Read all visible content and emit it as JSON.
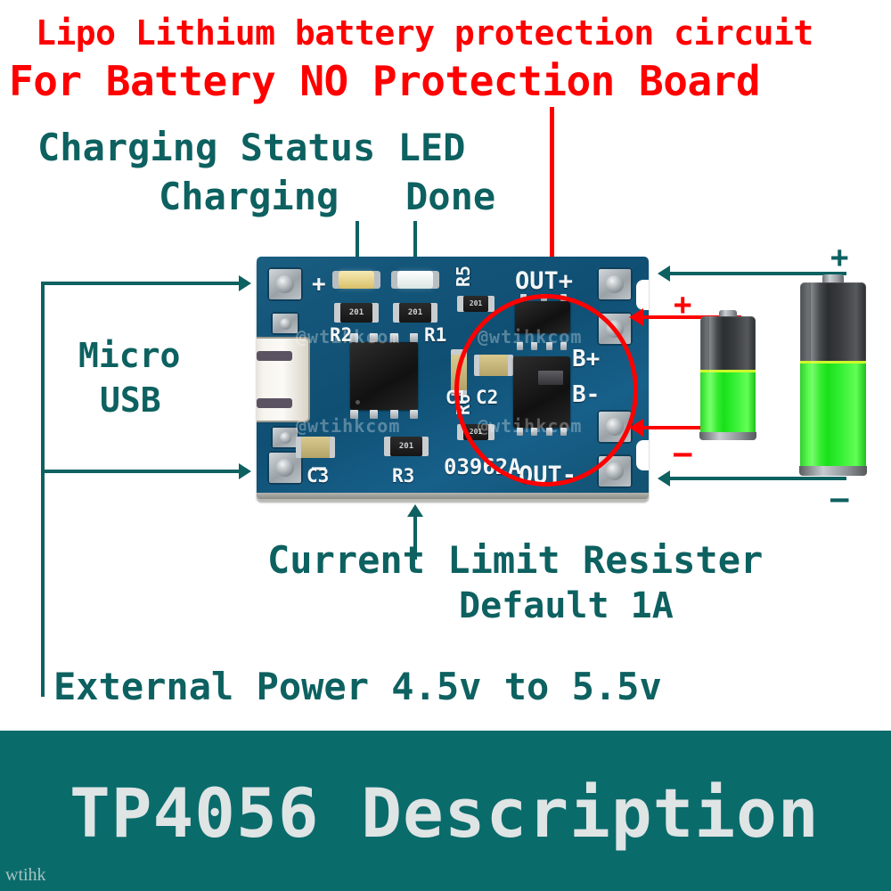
{
  "headline": {
    "line1": "Lipo Lithium battery protection circuit",
    "line2": "For Battery NO Protection Board",
    "color": "#ff0000"
  },
  "annotations": {
    "status_led_title": "Charging Status LED",
    "charging_label": "Charging",
    "done_label": "Done",
    "micro_usb_line1": "Micro",
    "micro_usb_line2": "USB",
    "current_limit_line1": "Current Limit Resister",
    "current_limit_line2": "Default 1A",
    "external_power": "External Power 4.5v to 5.5v",
    "teal_color": "#0d6160",
    "red_color": "#ff0000"
  },
  "board": {
    "silkscreen": {
      "plus": "+",
      "minus": "–",
      "r1": "R1",
      "r2": "R2",
      "r3": "R3",
      "r5": "R5",
      "r6": "R6",
      "c1": "C1",
      "c2": "C2",
      "c3": "C3",
      "out_plus": "OUT+",
      "out_minus": "OUT-",
      "b_plus": "B+",
      "b_minus": "B-",
      "part_number": "03962A",
      "resistor_code": "201"
    },
    "watermark": "@wtihkcom",
    "pcb_color": "#14567a"
  },
  "batteries": {
    "small": {
      "plus": "+",
      "minus": "–",
      "sign_color": "#ff0000",
      "charge_percent": 55
    },
    "large": {
      "plus": "+",
      "minus": "–",
      "sign_color": "#0d6160",
      "charge_percent": 58
    }
  },
  "footer": {
    "title": "TP4056 Description",
    "background": "#0a6b6b",
    "text_color": "#dfe4e4",
    "watermark": "wtihk"
  }
}
